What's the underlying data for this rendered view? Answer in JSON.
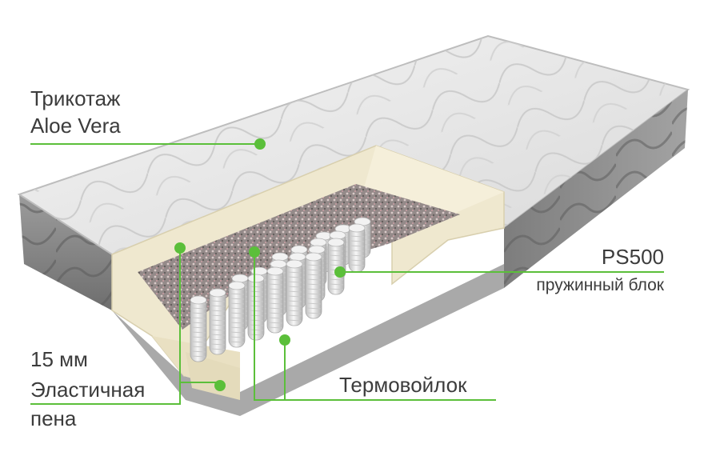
{
  "labels": {
    "knit_line1": "Трикотаж",
    "knit_line2": "Aloe Vera",
    "spring_model": "PS500",
    "spring_desc": "пружинный блок",
    "foam_thickness": "15 мм",
    "foam_line1": "Эластичная",
    "foam_line2": "пена",
    "felt": "Термовойлок"
  },
  "colors": {
    "accent_green": "#5bbf3a",
    "text": "#3c3c3c",
    "foam": "#efe8cf",
    "side_fabric": "#8a8a8a",
    "top_fabric": "#e6e6e6"
  }
}
